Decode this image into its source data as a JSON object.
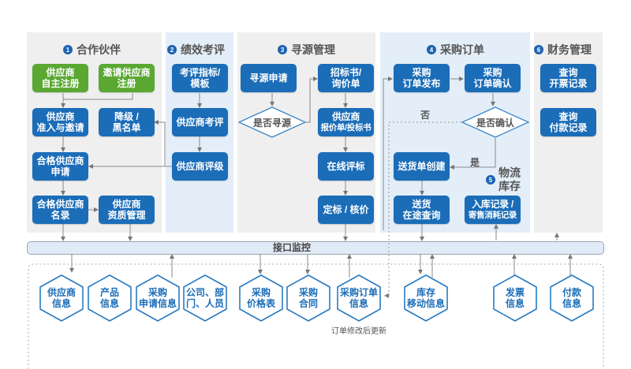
{
  "colors": {
    "process": "#1b6db8",
    "start": "#5aa832",
    "panel-gray": "#efefef",
    "panel-blue": "#e3eef8",
    "bar-fill": "#e1ebf6",
    "hex-stroke": "#2a7bc0",
    "hex-text": "#1b6db8",
    "badge": "#1d63b0"
  },
  "sections": [
    {
      "number": "1",
      "title": "合作伙伴",
      "nodes": [
        {
          "kind": "start",
          "lines": [
            "供应商",
            "自主注册"
          ]
        },
        {
          "kind": "start",
          "lines": [
            "邀请供应商",
            "注册"
          ]
        },
        {
          "kind": "process",
          "lines": [
            "供应商",
            "准入与邀请"
          ]
        },
        {
          "kind": "process",
          "lines": [
            "降级 /",
            "黑名单"
          ]
        },
        {
          "kind": "process",
          "lines": [
            "合格供应商",
            "申请"
          ]
        },
        {
          "kind": "process",
          "lines": [
            "合格供应商",
            "名录"
          ]
        },
        {
          "kind": "process",
          "lines": [
            "供应商",
            "资质管理"
          ]
        }
      ]
    },
    {
      "number": "2",
      "title": "绩效考评",
      "nodes": [
        {
          "kind": "process",
          "lines": [
            "考评指标/",
            "模板"
          ]
        },
        {
          "kind": "process",
          "lines": [
            "供应商考评"
          ]
        },
        {
          "kind": "process",
          "lines": [
            "供应商评级"
          ]
        }
      ]
    },
    {
      "number": "3",
      "title": "寻源管理",
      "nodes": [
        {
          "kind": "process",
          "lines": [
            "寻源申请"
          ]
        },
        {
          "kind": "decision",
          "lines": [
            "是否寻源"
          ]
        },
        {
          "kind": "process",
          "lines": [
            "招标书/",
            "询价单"
          ]
        },
        {
          "kind": "process",
          "lines": [
            "供应商",
            "报价单/投标书"
          ]
        },
        {
          "kind": "process",
          "lines": [
            "在线评标"
          ]
        },
        {
          "kind": "process",
          "lines": [
            "定标 / 核价"
          ]
        }
      ]
    },
    {
      "number": "4",
      "title": "采购订单",
      "nodes": [
        {
          "kind": "process",
          "lines": [
            "采购",
            "订单发布"
          ]
        },
        {
          "kind": "process",
          "lines": [
            "采购",
            "订单确认"
          ]
        },
        {
          "kind": "decision",
          "lines": [
            "是否确认"
          ]
        },
        {
          "kind": "process",
          "lines": [
            "送货单创建"
          ]
        },
        {
          "kind": "process",
          "lines": [
            "送货",
            "在途查询"
          ]
        }
      ],
      "branch_labels": {
        "no": "否",
        "yes": "是"
      }
    },
    {
      "number": "5",
      "title_lines": [
        "物流",
        "库存"
      ],
      "nodes": [
        {
          "kind": "process",
          "lines": [
            "入库记录 /",
            "寄售消耗记录"
          ]
        }
      ]
    },
    {
      "number": "6",
      "title": "财务管理",
      "nodes": [
        {
          "kind": "process",
          "lines": [
            "查询",
            "开票记录"
          ]
        },
        {
          "kind": "process",
          "lines": [
            "查询",
            "付款记录"
          ]
        }
      ]
    }
  ],
  "interface_bar": {
    "label": "接口监控"
  },
  "data_objects": [
    {
      "lines": [
        "供应商",
        "信息"
      ]
    },
    {
      "lines": [
        "产品",
        "信息"
      ]
    },
    {
      "lines": [
        "采购",
        "申请信息"
      ]
    },
    {
      "lines": [
        "公司、部",
        "门、人员"
      ]
    },
    {
      "lines": [
        "采购",
        "价格表"
      ]
    },
    {
      "lines": [
        "采购",
        "合同"
      ]
    },
    {
      "lines": [
        "采购订单",
        "信息"
      ]
    },
    {
      "lines": [
        "库存",
        "移动信息"
      ]
    },
    {
      "lines": [
        "发票",
        "信息"
      ]
    },
    {
      "lines": [
        "付款",
        "信息"
      ]
    }
  ],
  "annotation": "订单修改后更新"
}
